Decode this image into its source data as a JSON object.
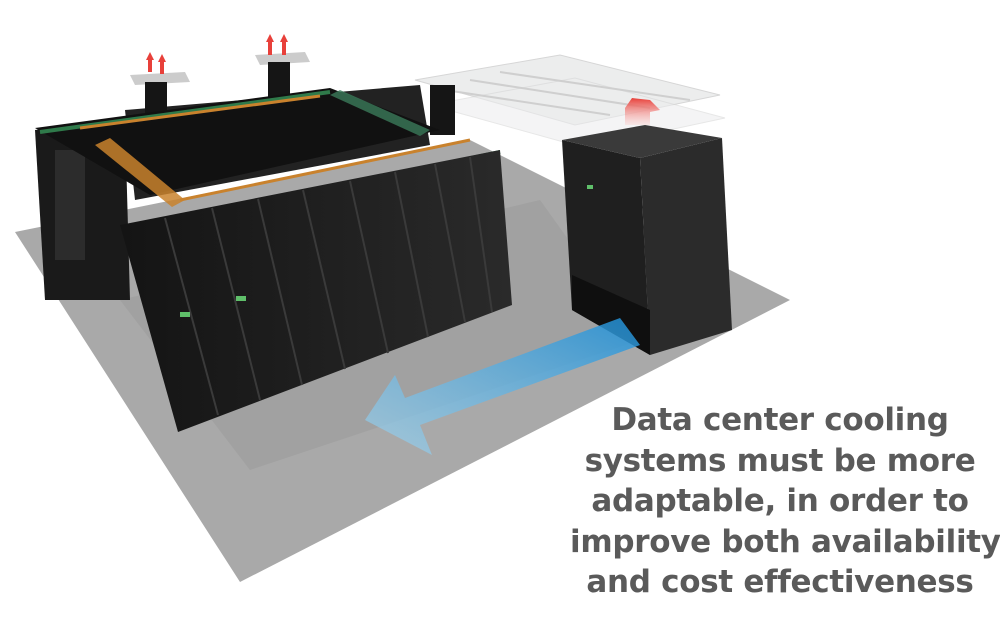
{
  "caption": {
    "lines": [
      "Data center cooling",
      "systems must be more",
      "adaptable, in order to",
      "improve both availability",
      "and cost effectiveness"
    ]
  },
  "colors": {
    "floor": "#a9a9a9",
    "rack": "#1c1c1c",
    "cold_air": "#4fb3e6",
    "hot_air": "#e8403a",
    "frame_orange": "#c9822d",
    "frame_green": "#2f7a4a",
    "caption_text": "#5a5a5a"
  }
}
